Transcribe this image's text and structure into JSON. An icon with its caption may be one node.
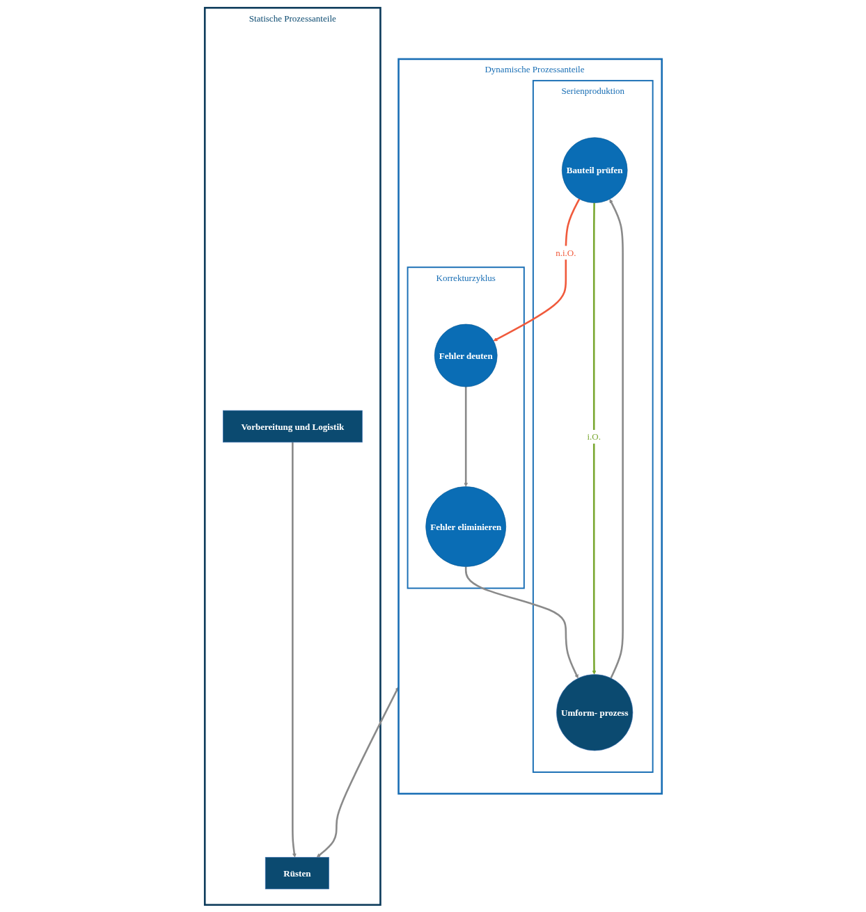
{
  "diagram": {
    "nodes": [
      {
        "text": [
          "Dynamische Prozessanteile"
        ]
      },
      {
        "text": [
          "Korrekturzyklus"
        ],
        "in": 0
      },
      {
        "text": [
          "Fehler deuten"
        ],
        "in": 1
      },
      {
        "text": [
          "Fehler eliminieren"
        ],
        "in": 1
      },
      {
        "text": [
          "Serienproduktion"
        ],
        "in": 0
      },
      {
        "text": [
          "Bauteil prüfen"
        ],
        "in": 4
      },
      {
        "text": [
          "Umform- prozess"
        ],
        "in": 4
      },
      {
        "text": [
          "Statische Prozessanteile"
        ]
      },
      {
        "text": [
          "Rüsten"
        ],
        "in": 7
      },
      {
        "text": [
          "Vorbereitung und Logistik"
        ],
        "in": 7
      }
    ],
    "edges": [
      {
        "from": 5,
        "to": 2,
        "arrow": "to",
        "label": "n.i.O.",
        "color": "#f05a3c"
      },
      {
        "from": 2,
        "to": 3,
        "arrow": "to"
      },
      {
        "from": 3,
        "to": 6,
        "arrow": "to"
      },
      {
        "from": 5,
        "to": 6,
        "arrow": "to",
        "label": "i.O.",
        "color": "#7aa832"
      },
      {
        "from": 6,
        "to": 5,
        "arrow": "to"
      },
      {
        "from": 0,
        "to": 8,
        "arrow": "both"
      },
      {
        "from": 9,
        "to": 8,
        "arrow": "to"
      }
    ]
  }
}
